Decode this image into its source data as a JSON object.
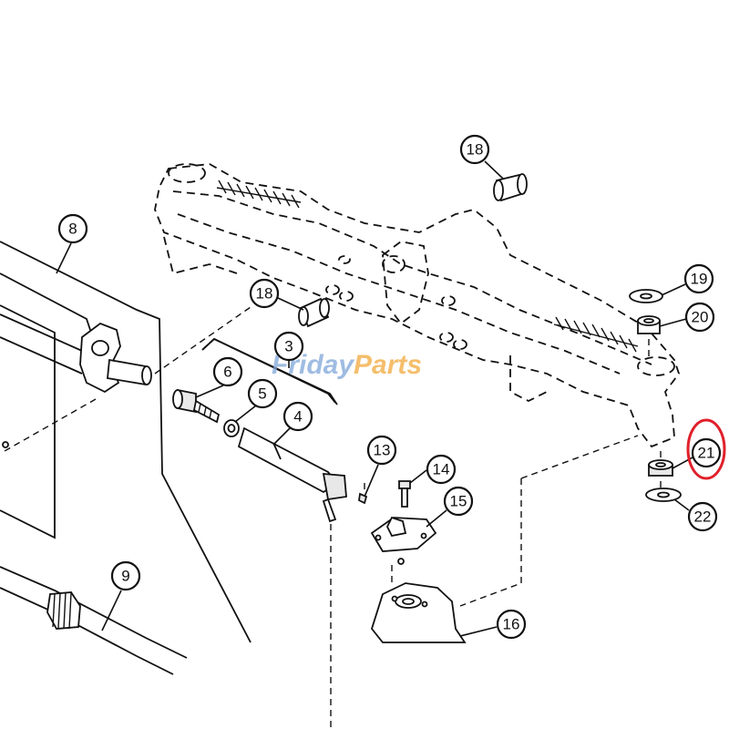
{
  "watermark": {
    "part1": "Friday",
    "part2": "Parts",
    "brand_color": "#7fa6d9",
    "accent_color": "#f2a93b"
  },
  "highlight_color": "#e0202a",
  "highlighted_callout": "21",
  "callouts": [
    {
      "id": "c3",
      "label": "3"
    },
    {
      "id": "c4",
      "label": "4"
    },
    {
      "id": "c5",
      "label": "5"
    },
    {
      "id": "c6",
      "label": "6"
    },
    {
      "id": "c8",
      "label": "8"
    },
    {
      "id": "c9",
      "label": "9"
    },
    {
      "id": "c13",
      "label": "13"
    },
    {
      "id": "c14",
      "label": "14"
    },
    {
      "id": "c15",
      "label": "15"
    },
    {
      "id": "c16",
      "label": "16"
    },
    {
      "id": "c18a",
      "label": "18"
    },
    {
      "id": "c18b",
      "label": "18"
    },
    {
      "id": "c19",
      "label": "19"
    },
    {
      "id": "c20",
      "label": "20"
    },
    {
      "id": "c21",
      "label": "21"
    },
    {
      "id": "c22",
      "label": "22"
    }
  ]
}
